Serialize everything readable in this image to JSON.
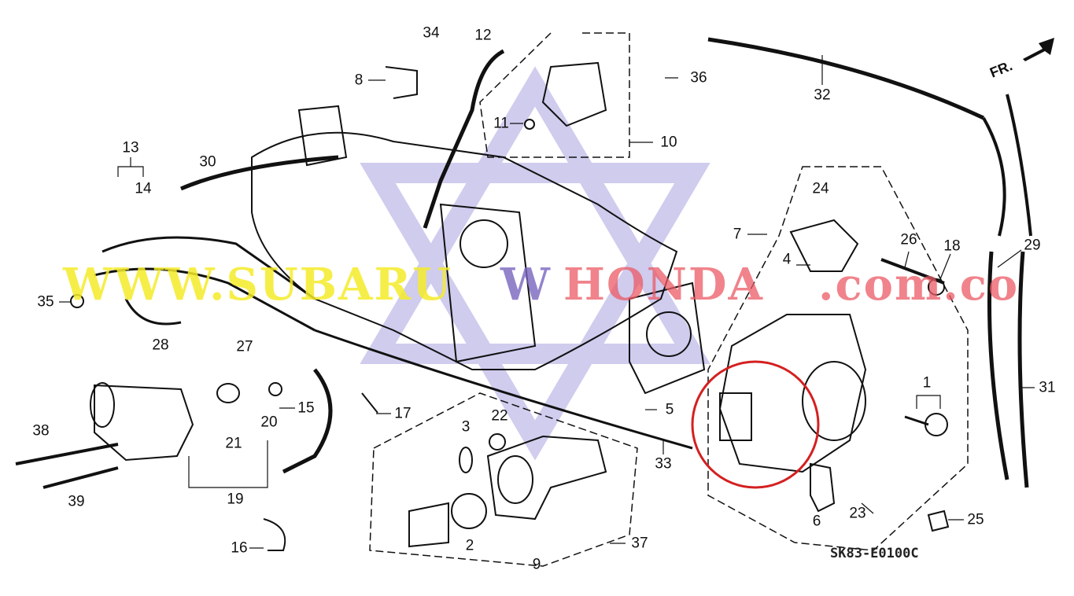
{
  "diagram": {
    "callouts": [
      "1",
      "2",
      "3",
      "4",
      "5",
      "6",
      "7",
      "8",
      "9",
      "10",
      "11",
      "12",
      "13",
      "14",
      "15",
      "16",
      "17",
      "18",
      "19",
      "20",
      "21",
      "22",
      "23",
      "24",
      "25",
      "26",
      "27",
      "28",
      "29",
      "30",
      "31",
      "32",
      "33",
      "34",
      "35",
      "36",
      "37",
      "38",
      "39"
    ],
    "direction_marker": "FR.",
    "drawing_code": "SK83-E0100C",
    "highlight_color": "#d42020"
  },
  "watermark": {
    "part1": "WWW.SUBARU",
    "part2": "W",
    "part3": "HONDA",
    "part4": ".com.co",
    "colors": {
      "yellow": "#f5eb28",
      "purple": "#7864be",
      "red": "#eb5a64",
      "star": "#b4b0e0"
    }
  }
}
